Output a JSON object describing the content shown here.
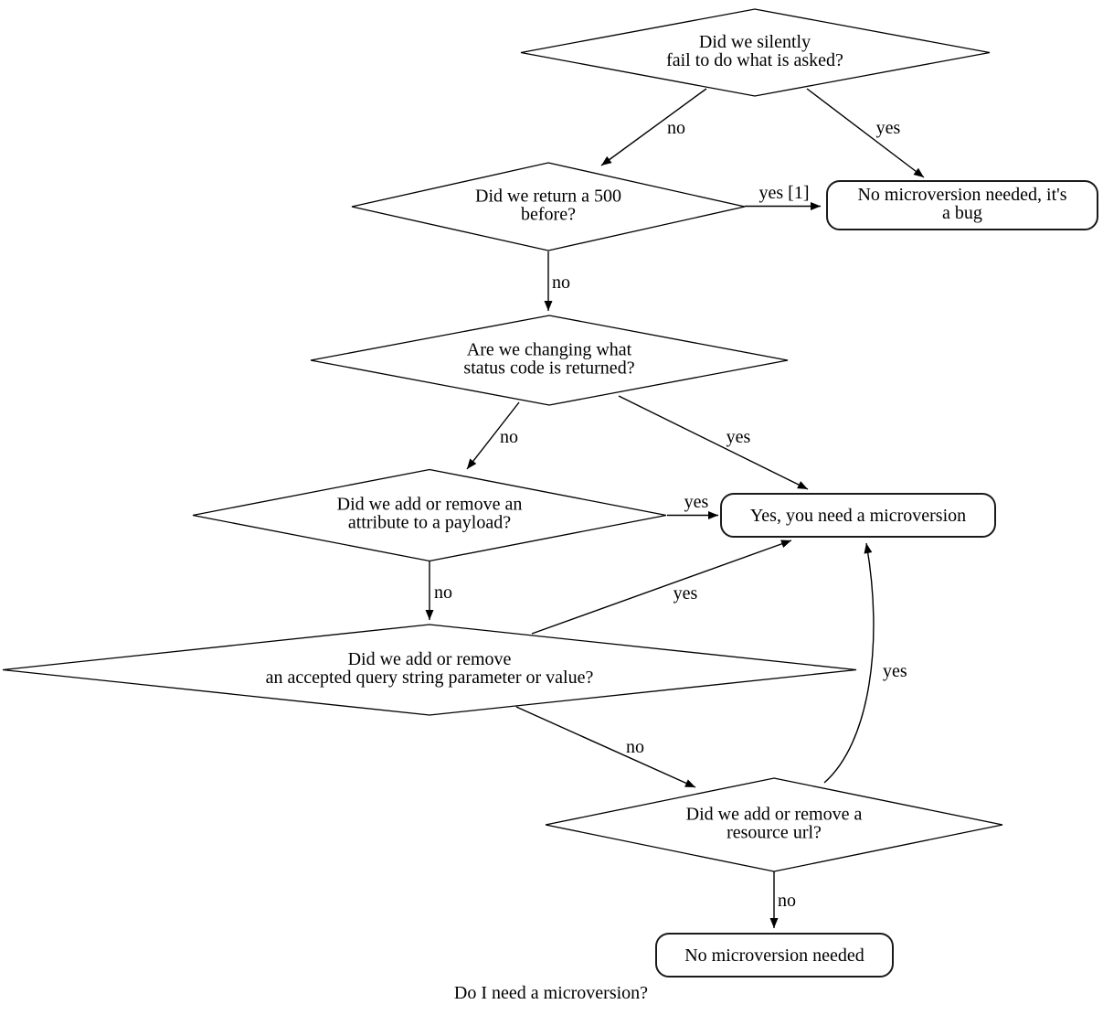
{
  "diagram": {
    "title": "Do I need a microversion?",
    "nodes": {
      "silently_fail": {
        "line1": "Did we silently",
        "line2": "fail to do what is asked?"
      },
      "return_500": {
        "line1": "Did we return a 500",
        "line2": "before?"
      },
      "bug_terminal": {
        "line1": "No microversion needed, it's",
        "line2": "a bug"
      },
      "status_code": {
        "line1": "Are we changing what",
        "line2": "status code is returned?"
      },
      "payload_attribute": {
        "line1": "Did we add or remove an",
        "line2": "attribute to a payload?"
      },
      "need_microversion": {
        "label": "Yes, you need a microversion"
      },
      "query_string": {
        "line1": "Did we add or remove",
        "line2": "an accepted query string parameter or value?"
      },
      "resource_url": {
        "line1": "Did we add or remove a",
        "line2": "resource url?"
      },
      "no_microversion": {
        "label": "No microversion needed"
      }
    },
    "edge_labels": {
      "silently_fail_no": "no",
      "silently_fail_yes": "yes",
      "return_500_yes": "yes [1]",
      "return_500_no": "no",
      "status_code_no": "no",
      "status_code_yes": "yes",
      "payload_attribute_yes": "yes",
      "payload_attribute_no": "no",
      "query_string_yes": "yes",
      "query_string_no": "no",
      "resource_url_yes": "yes",
      "resource_url_no": "no"
    },
    "colors": {
      "background": "#ffffff",
      "stroke": "#000000",
      "text": "#000000"
    }
  }
}
